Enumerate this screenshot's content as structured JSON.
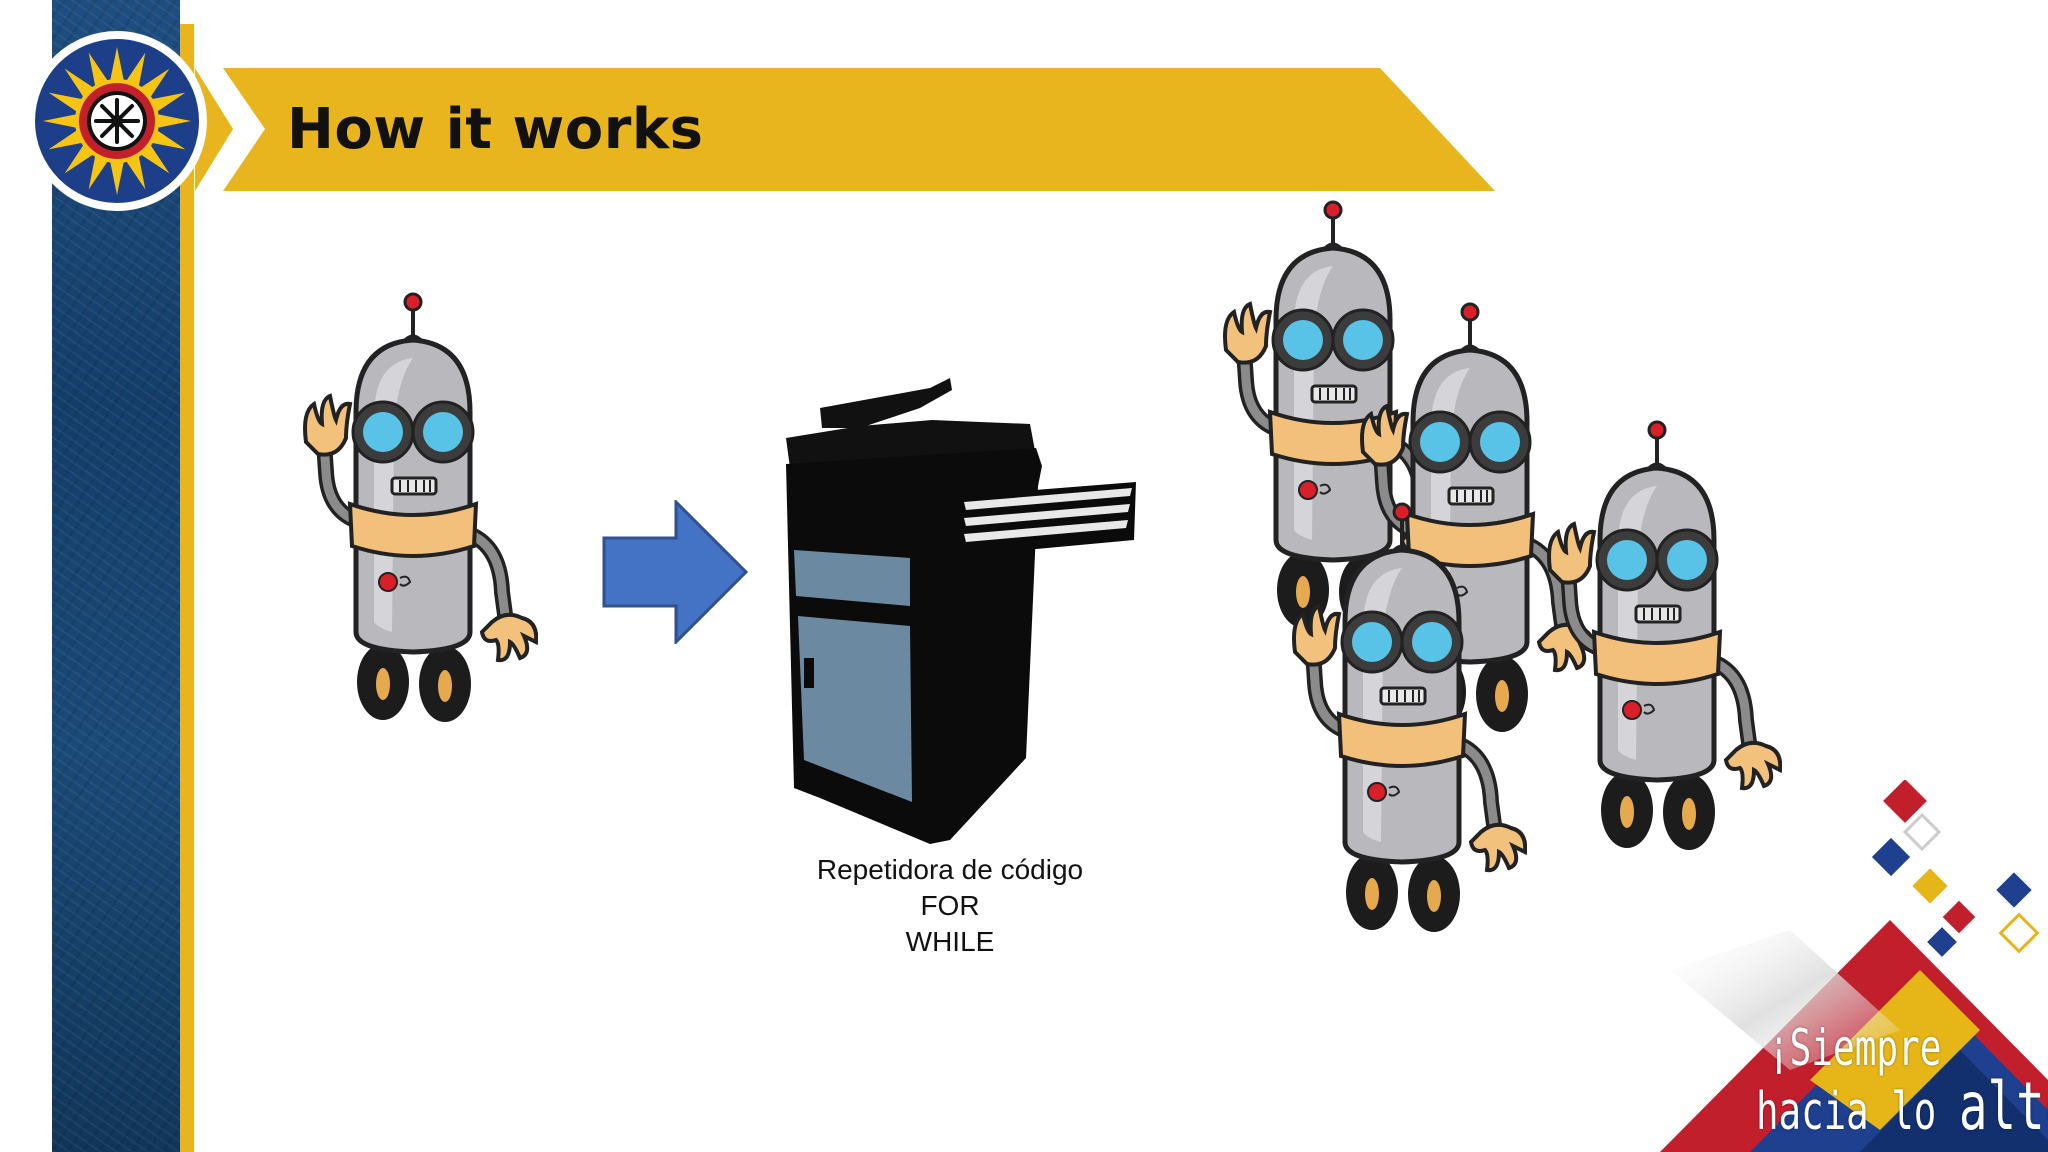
{
  "slide": {
    "title": "How it works",
    "caption": {
      "line1": "Repetidora de código",
      "line2": "FOR",
      "line3": "WHILE"
    },
    "slogan": {
      "line1": "¡Siempre",
      "line2_a": "hacia lo ",
      "line2_b": "alto!"
    }
  },
  "icons": {
    "seal": "university-seal-icon",
    "arrow": "right-arrow-icon",
    "copier": "photocopier-icon",
    "robot": "robot-icon"
  },
  "colors": {
    "banner_gold": "#E8B51F",
    "sidebar_blue": "#1A4A78",
    "arrow_blue": "#4472C4",
    "deco_red": "#C0202E",
    "deco_navy": "#1F3F8F"
  }
}
